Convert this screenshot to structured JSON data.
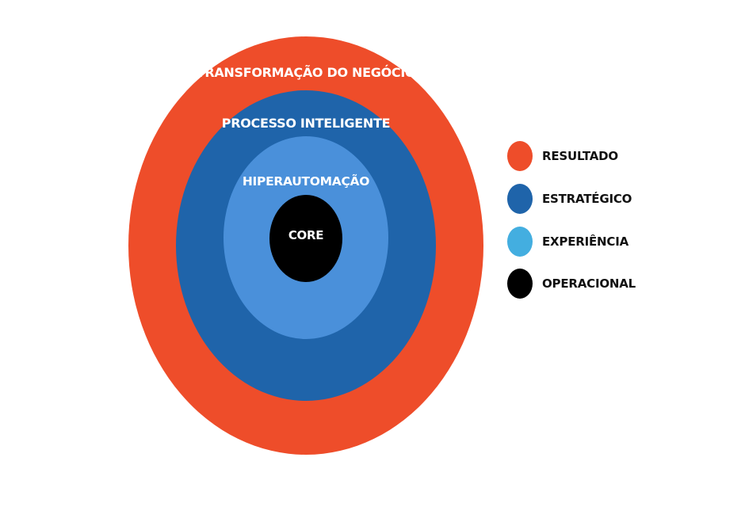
{
  "colors": {
    "resultado": "#ee4d2a",
    "estrategico": "#1f64aa",
    "experiencia": "#4a90da",
    "operacional": "#000000",
    "legend_experiencia": "#43aee0"
  },
  "rings": {
    "outer": {
      "label": "TRANSFORMAÇÃO DO NEGÓCIO"
    },
    "strategic": {
      "label": "PROCESSO INTELIGENTE"
    },
    "experience": {
      "label": "HIPERAUTOMAÇÃO"
    },
    "core": {
      "label": "CORE"
    }
  },
  "legend": {
    "items": [
      {
        "label": "RESULTADO",
        "color": "#ee4d2a"
      },
      {
        "label": "ESTRATÉGICO",
        "color": "#1f64aa"
      },
      {
        "label": "EXPERIÊNCIA",
        "color": "#43aee0"
      },
      {
        "label": "OPERACIONAL",
        "color": "#000000"
      }
    ]
  }
}
